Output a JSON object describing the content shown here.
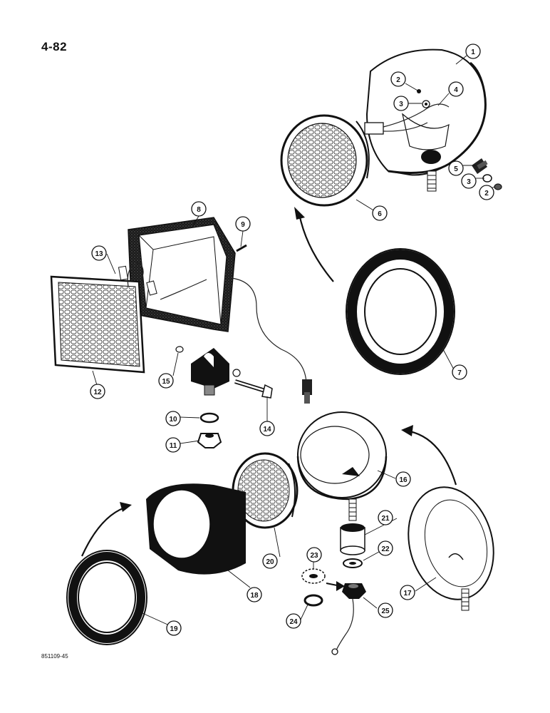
{
  "page": {
    "number": "4-82",
    "figure_code": "851109-45"
  },
  "callouts": {
    "c1": "1",
    "c2a": "2",
    "c2b": "2",
    "c3a": "3",
    "c3b": "3",
    "c4": "4",
    "c5": "5",
    "c6": "6",
    "c7": "7",
    "c8": "8",
    "c9": "9",
    "c10": "10",
    "c11": "11",
    "c12": "12",
    "c13": "13",
    "c14": "14",
    "c15": "15",
    "c16": "16",
    "c17": "17",
    "c18": "18",
    "c19": "19",
    "c20": "20",
    "c21": "21",
    "c22": "22",
    "c23": "23",
    "c24": "24",
    "c25": "25"
  }
}
